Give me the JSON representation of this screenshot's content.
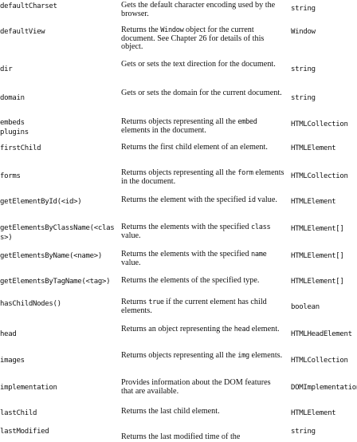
{
  "rows": [
    {
      "name": "defaultCharset",
      "desc": [
        "Gets the default character encoding used by the browser."
      ],
      "type": "string"
    },
    {
      "name": "defaultView",
      "desc": [
        "Returns the ",
        {
          "code": "Window"
        },
        " object for the current document. See Chapter 26 for details of this object."
      ],
      "type": "Window"
    },
    {
      "name": "dir",
      "desc": [
        "Gets or sets the text direction for the document."
      ],
      "type": "string"
    },
    {
      "name": "domain",
      "desc": [
        "Gets or sets the domain for the current document."
      ],
      "type": "string"
    },
    {
      "name": "embeds\nplugins",
      "desc": [
        "Returns objects representing all the ",
        {
          "code": "embed"
        },
        " elements in the document."
      ],
      "type": "HTMLCollection"
    },
    {
      "name": "firstChild",
      "desc": [
        "Returns the first child element of an element."
      ],
      "type": "HTMLElement"
    },
    {
      "name": "forms",
      "desc": [
        "Returns objects representing all the ",
        {
          "code": "form"
        },
        " elements in the document."
      ],
      "type": "HTMLCollection"
    },
    {
      "name": "getElementById(<id>)",
      "desc": [
        "Returns the element with the specified ",
        {
          "code": "id"
        },
        " value."
      ],
      "type": "HTMLElement"
    },
    {
      "name": "getElementsByClassName(<clas\ns>)",
      "desc": [
        "Returns the elements with the specified ",
        {
          "code": "class"
        },
        " value."
      ],
      "type": "HTMLElement[]"
    },
    {
      "name": "getElementsByName(<name>)",
      "desc": [
        "Returns the elements with the specified ",
        {
          "code": "name"
        },
        " value."
      ],
      "type": "HTMLElement[]"
    },
    {
      "name": "getElementsByTagName(<tag>)",
      "desc": [
        "Returns the elements of the specified type."
      ],
      "type": "HTMLElement[]"
    },
    {
      "name": "hasChildNodes()",
      "desc": [
        "Returns ",
        {
          "code": "true"
        },
        " if the current element has child elements."
      ],
      "type": "boolean"
    },
    {
      "name": "head",
      "desc": [
        "Returns an object representing the ",
        {
          "code": "head"
        },
        " element."
      ],
      "type": "HTMLHeadElement"
    },
    {
      "name": "images",
      "desc": [
        "Returns objects representing all the ",
        {
          "code": "img"
        },
        " elements."
      ],
      "type": "HTMLCollection"
    },
    {
      "name": "implementation",
      "desc": [
        "Provides information about the DOM features that are available."
      ],
      "type": "DOMImplementation"
    },
    {
      "name": "lastChild",
      "desc": [
        "Returns the last child element."
      ],
      "type": "HTMLElement"
    },
    {
      "name": "lastModified",
      "desc": [
        "Returns the last modified time of the"
      ],
      "type": "string"
    }
  ]
}
